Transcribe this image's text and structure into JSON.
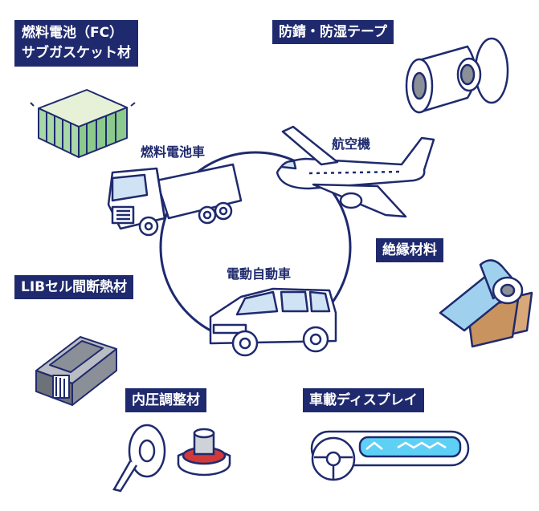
{
  "labels": {
    "fc_gasket_line1": "燃料電池（FC）",
    "fc_gasket_line2": "サブガスケット材",
    "rust_tape": "防錆・防湿テープ",
    "insulation": "絶縁材料",
    "lib_cell": "LIBセル間断熱材",
    "pressure_adjust": "内圧調整材",
    "display": "車載ディスプレイ"
  },
  "vehicles": {
    "fuel_cell_vehicle": "燃料電池車",
    "aircraft": "航空機",
    "electric_vehicle": "電動自動車"
  },
  "colors": {
    "navy": "#1f2a6e",
    "light_blue": "#cfe3f4",
    "sky_blue": "#9fd1ee",
    "stack_green": "#a8d7a8",
    "kraft": "#c8935e",
    "gasket_red": "#d23a3a",
    "display_glow": "#5fd0f5",
    "gray": "#8a8f98"
  }
}
